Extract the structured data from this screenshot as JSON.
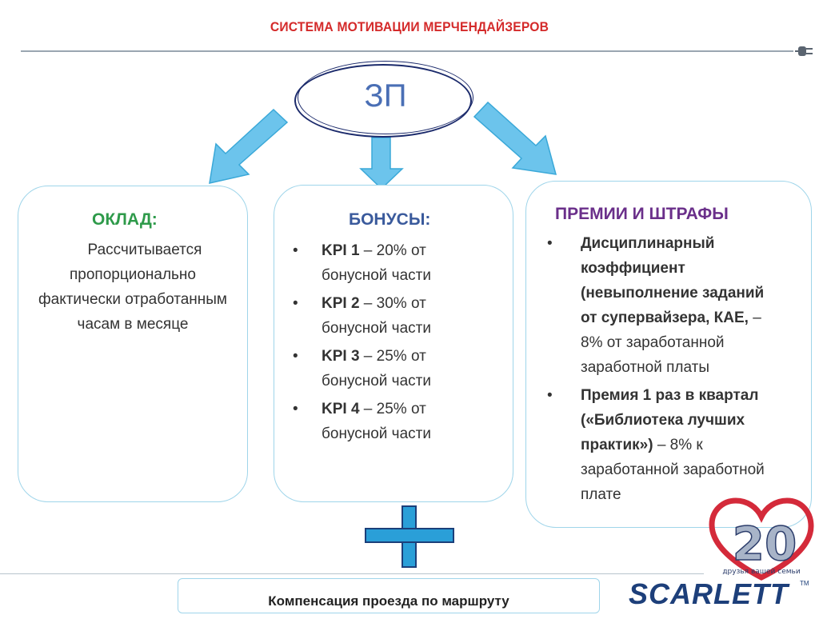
{
  "title": "СИСТЕМА МОТИВАЦИИ МЕРЧЕНДАЙЗЕРОВ",
  "center": {
    "label": "ЗП"
  },
  "salary": {
    "heading": "ОКЛАД:",
    "text": "Рассчитывается пропорционально фактически отработанным часам в месяце"
  },
  "bonuses": {
    "heading": "БОНУСЫ:",
    "items": [
      {
        "key": "KPI 1",
        "rest": " – 20% от бонусной части"
      },
      {
        "key": "KPI 2",
        "rest": " – 30% от бонусной части"
      },
      {
        "key": "KPI 3",
        "rest": " – 25% от бонусной части"
      },
      {
        "key": "KPI 4",
        "rest": " – 25% от бонусной части"
      }
    ]
  },
  "premiums": {
    "heading": "ПРЕМИИ И ШТРАФЫ",
    "items": [
      {
        "bold": "Дисциплинарный коэффициент (невыполнение заданий от супервайзера, КАЕ,",
        "rest": " – 8% от заработанной заработной платы"
      },
      {
        "bold": "Премия 1 раз в квартал («Библиотека лучших практик»)",
        "rest": " – 8% к заработанной заработной плате"
      }
    ]
  },
  "footer": {
    "label": "Компенсация проезда по маршруту"
  },
  "logo": {
    "brand": "SCARLETT",
    "tm": "TM",
    "anniversary": "20",
    "slogan": "друзья вашей семьи"
  },
  "colors": {
    "arrow": "#6cc4ec",
    "arrow_stroke": "#3aa8d8",
    "plus": "#2a9fd8",
    "ellipse": "#1b2a6b",
    "heart": "#d42a3a"
  }
}
